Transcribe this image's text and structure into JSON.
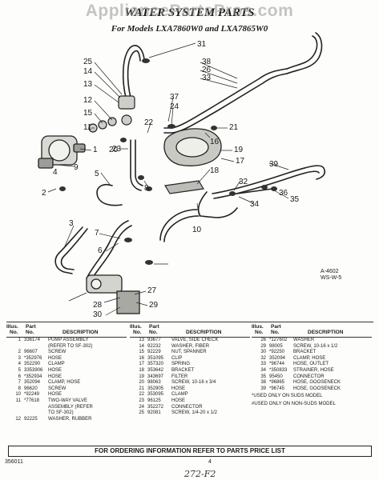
{
  "watermark": "AppliancePartsPros.com",
  "title": "WATER SYSTEM PARTS",
  "subtitle": "For Models LXA7860W0 and LXA7865W0",
  "callouts": [
    "31",
    "25",
    "14",
    "13",
    "12",
    "15",
    "11",
    "38",
    "26",
    "33",
    "37",
    "24",
    "22",
    "21",
    "16",
    "20",
    "23",
    "19",
    "17",
    "18",
    "1",
    "9",
    "4",
    "2",
    "5",
    "8",
    "39",
    "36",
    "35",
    "34",
    "10",
    "32",
    "3",
    "7",
    "6",
    "27",
    "28",
    "29",
    "30"
  ],
  "drawing_stamp": [
    "A-4602",
    "WS-W-5"
  ],
  "table": {
    "headers": {
      "illus_1": "Illus.",
      "illus_2": "No.",
      "part_1": "Part",
      "part_2": "No.",
      "description": "DESCRIPTION"
    },
    "columns": [
      [
        {
          "illus": "1",
          "part": "336174",
          "desc": "PUMP ASSEMBLY"
        },
        {
          "illus": "",
          "part": "",
          "desc": "(REFER TO SF-302)"
        },
        {
          "illus": "2",
          "part": "96607",
          "desc": "SCREW"
        },
        {
          "illus": "3",
          "part": "*352976",
          "desc": "HOSE"
        },
        {
          "illus": "4",
          "part": "352290",
          "desc": "CLAMP"
        },
        {
          "illus": "5",
          "part": "3353906",
          "desc": "HOSE"
        },
        {
          "illus": "6",
          "part": "*352934",
          "desc": "HOSE"
        },
        {
          "illus": "7",
          "part": "352094",
          "desc": "CLAMP, HOSE"
        },
        {
          "illus": "8",
          "part": "96620",
          "desc": "SCREW"
        },
        {
          "illus": "10",
          "part": "*92249",
          "desc": "HOSE"
        },
        {
          "illus": "11",
          "part": "*77618",
          "desc": "TWO-WAY VALVE"
        },
        {
          "illus": "",
          "part": "",
          "desc": "ASSEMBLY (REFER"
        },
        {
          "illus": "",
          "part": "",
          "desc": "TO SF-302)"
        },
        {
          "illus": "12",
          "part": "92225",
          "desc": "WASHER, RUBBER"
        }
      ],
      [
        {
          "illus": "13",
          "part": "93677",
          "desc": "VALVE, SIDE CHECK"
        },
        {
          "illus": "14",
          "part": "92232",
          "desc": "WASHER, FIBER"
        },
        {
          "illus": "15",
          "part": "92229",
          "desc": "NUT, SPANNER"
        },
        {
          "illus": "16",
          "part": "351095",
          "desc": "CLIP"
        },
        {
          "illus": "17",
          "part": "357320",
          "desc": "SPRING"
        },
        {
          "illus": "18",
          "part": "353642",
          "desc": "BRACKET"
        },
        {
          "illus": "19",
          "part": "343697",
          "desc": "FILTER"
        },
        {
          "illus": "20",
          "part": "98063",
          "desc": "SCREW, 10-16 x 3/4"
        },
        {
          "illus": "21",
          "part": "352905",
          "desc": "HOSE"
        },
        {
          "illus": "22",
          "part": "353095",
          "desc": "CLAMP"
        },
        {
          "illus": "23",
          "part": "96125",
          "desc": "HOSE"
        },
        {
          "illus": "24",
          "part": "352272",
          "desc": "CONNECTOR"
        },
        {
          "illus": "25",
          "part": "92081",
          "desc": "SCREW, 1/4-20 x 1/2"
        }
      ],
      [
        {
          "illus": "26",
          "part": "*127602",
          "desc": "WASHER"
        },
        {
          "illus": "29",
          "part": "98005",
          "desc": "SCREW, 10-16 x 1/2"
        },
        {
          "illus": "30",
          "part": "*92250",
          "desc": "BRACKET"
        },
        {
          "illus": "32",
          "part": "352094",
          "desc": "CLAMP, HOSE"
        },
        {
          "illus": "33",
          "part": "*96744",
          "desc": "HOSE, OUTLET"
        },
        {
          "illus": "34",
          "part": "*350833",
          "desc": "STRAINER, HOSE"
        },
        {
          "illus": "35",
          "part": "95450",
          "desc": "CONNECTOR"
        },
        {
          "illus": "38",
          "part": "*96865",
          "desc": "HOSE, GOOSENECK"
        },
        {
          "illus": "39",
          "part": "*96745",
          "desc": "HOSE, GOOSENECK"
        }
      ]
    ],
    "notes": [
      "*USED ONLY ON SUDS MODEL",
      "#USED ONLY ON NON-SUDS MODEL"
    ]
  },
  "order_info": "FOR ORDERING INFORMATION REFER TO PARTS PRICE LIST",
  "footer": {
    "doc_code": "356011",
    "page_mark": "4",
    "handwriting": "272-F2"
  }
}
